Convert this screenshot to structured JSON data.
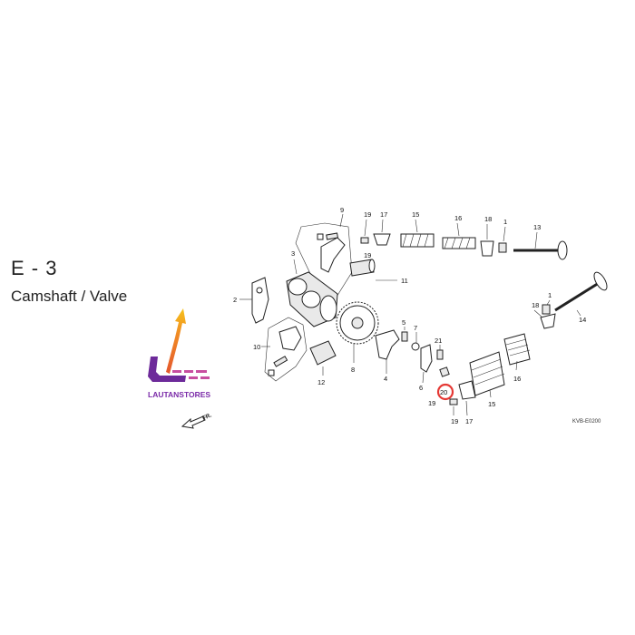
{
  "header": {
    "section_code": "E - 3",
    "section_title": "Camshaft / Valve"
  },
  "logo": {
    "brand_text": "LAUTANSTORES"
  },
  "front_indicator": {
    "label": "FR."
  },
  "diagram": {
    "code": "KVB-E0200",
    "highlight_color": "#e53935",
    "callouts": {
      "n1a": "1",
      "n1b": "1",
      "n2": "2",
      "n3": "3",
      "n4": "4",
      "n5": "5",
      "n6": "6",
      "n7": "7",
      "n8": "8",
      "n9": "9",
      "n10": "10",
      "n11": "11",
      "n12": "12",
      "n13": "13",
      "n14": "14",
      "n15a": "15",
      "n15b": "15",
      "n16a": "16",
      "n16b": "16",
      "n17a": "17",
      "n17b": "17",
      "n18a": "18",
      "n18b": "18",
      "n19a": "19",
      "n19b": "19",
      "n19c": "19",
      "n19d": "19",
      "n20": "20",
      "n21": "21"
    }
  }
}
